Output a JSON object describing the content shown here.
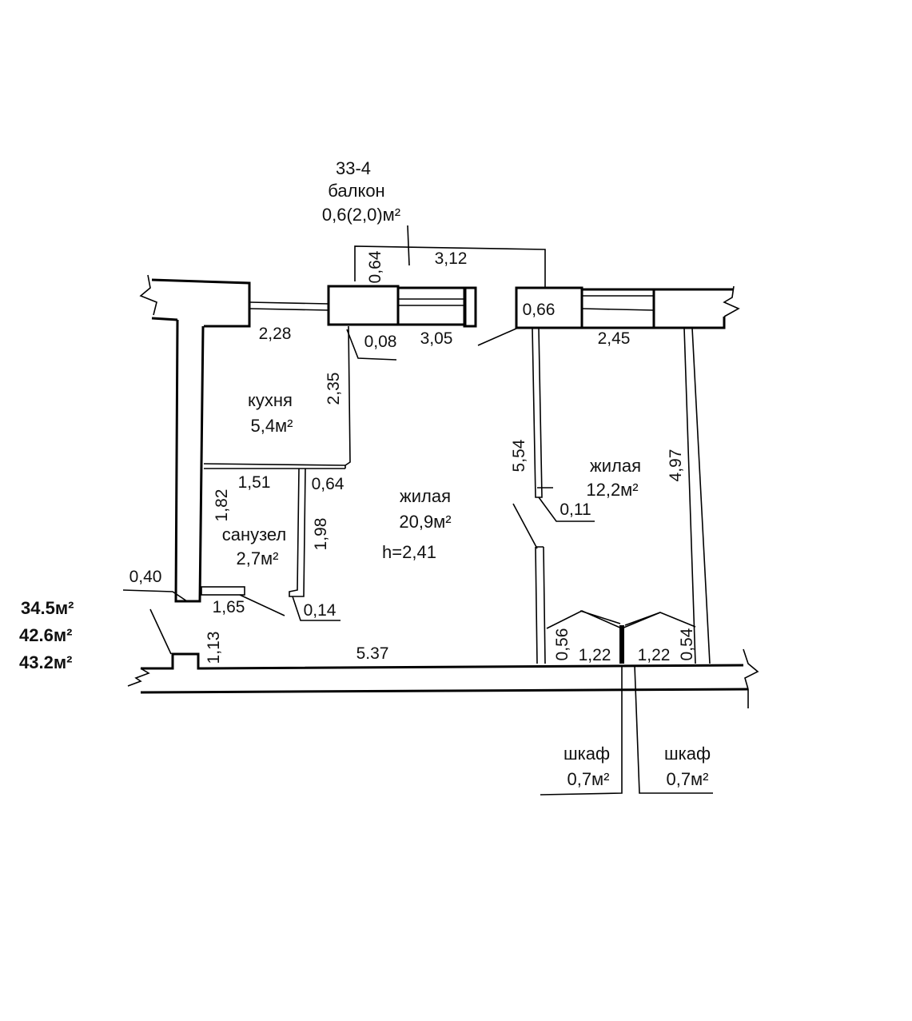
{
  "balcony": {
    "code": "33-4",
    "label": "балкон",
    "area": "0,6(2,0)м²"
  },
  "rooms": {
    "kitchen": {
      "label": "кухня",
      "area": "5,4м²"
    },
    "bathroom": {
      "label": "санузел",
      "area": "2,7м²"
    },
    "living_main": {
      "label": "жилая",
      "area": "20,9м²",
      "height": "h=2,41"
    },
    "living_small": {
      "label": "жилая",
      "area": "12,2м²"
    }
  },
  "closets": [
    {
      "label": "шкаф",
      "area": "0,7м²"
    },
    {
      "label": "шкаф",
      "area": "0,7м²"
    }
  ],
  "totals": [
    "34.5м²",
    "42.6м²",
    "43.2м²"
  ],
  "dimensions": {
    "balcony_depth": "0,64",
    "balcony_width": "3,12",
    "kitchen_window": "2,28",
    "jamb": "0,08",
    "main_window": "3,05",
    "wall_small": "0,66",
    "small_window": "2,45",
    "kitchen_depth": "2,35",
    "partition_main": "5,54",
    "small_depth": "4,97",
    "bath_width": "1,51",
    "bath_gap": "0,64",
    "bath_depth": "1,82",
    "bath_partition": "1,98",
    "partition_thk": "0,11",
    "wall_thk": "0,40",
    "bath_bottom": "1,65",
    "bath_jamb": "0,14",
    "entry": "1,13",
    "bottom_length": "5.37",
    "closet_left_h": "0,56",
    "closet_w1": "1,22",
    "closet_w2": "1,22",
    "closet_right_h": "0,54"
  }
}
